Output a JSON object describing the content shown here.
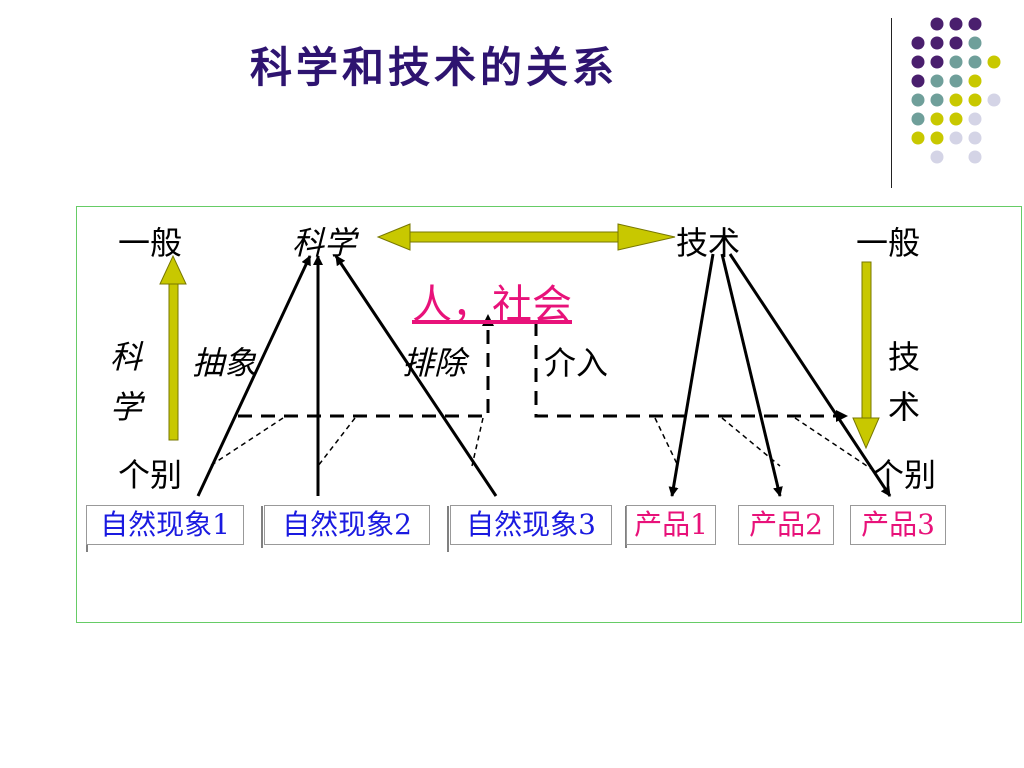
{
  "title": "科学和技术的关系",
  "labels": {
    "general_left": "一般",
    "science_top": "科学",
    "technology_top": "技术",
    "general_right": "一般",
    "people_society": "人，社会",
    "science_vertical": "科学",
    "abstraction": "抽象",
    "exclusion": "排除",
    "intervention": "介入",
    "technology_vertical": "技术",
    "individual_left": "个别",
    "individual_right": "个别"
  },
  "phenomena": [
    "自然现象1",
    "自然现象2",
    "自然现象3"
  ],
  "products": [
    "产品1",
    "产品2",
    "产品3"
  ],
  "colors": {
    "title": "#2e1470",
    "accent_olive": "#c8c800",
    "highlight": "#e8127a",
    "phenomena_text": "#1a1ae0",
    "frame": "#66cc66",
    "dot_purple": "#4a1f6e",
    "dot_teal": "#6f9f9a",
    "dot_yellow": "#c8c800",
    "dot_lavender": "#d4d4e6"
  }
}
